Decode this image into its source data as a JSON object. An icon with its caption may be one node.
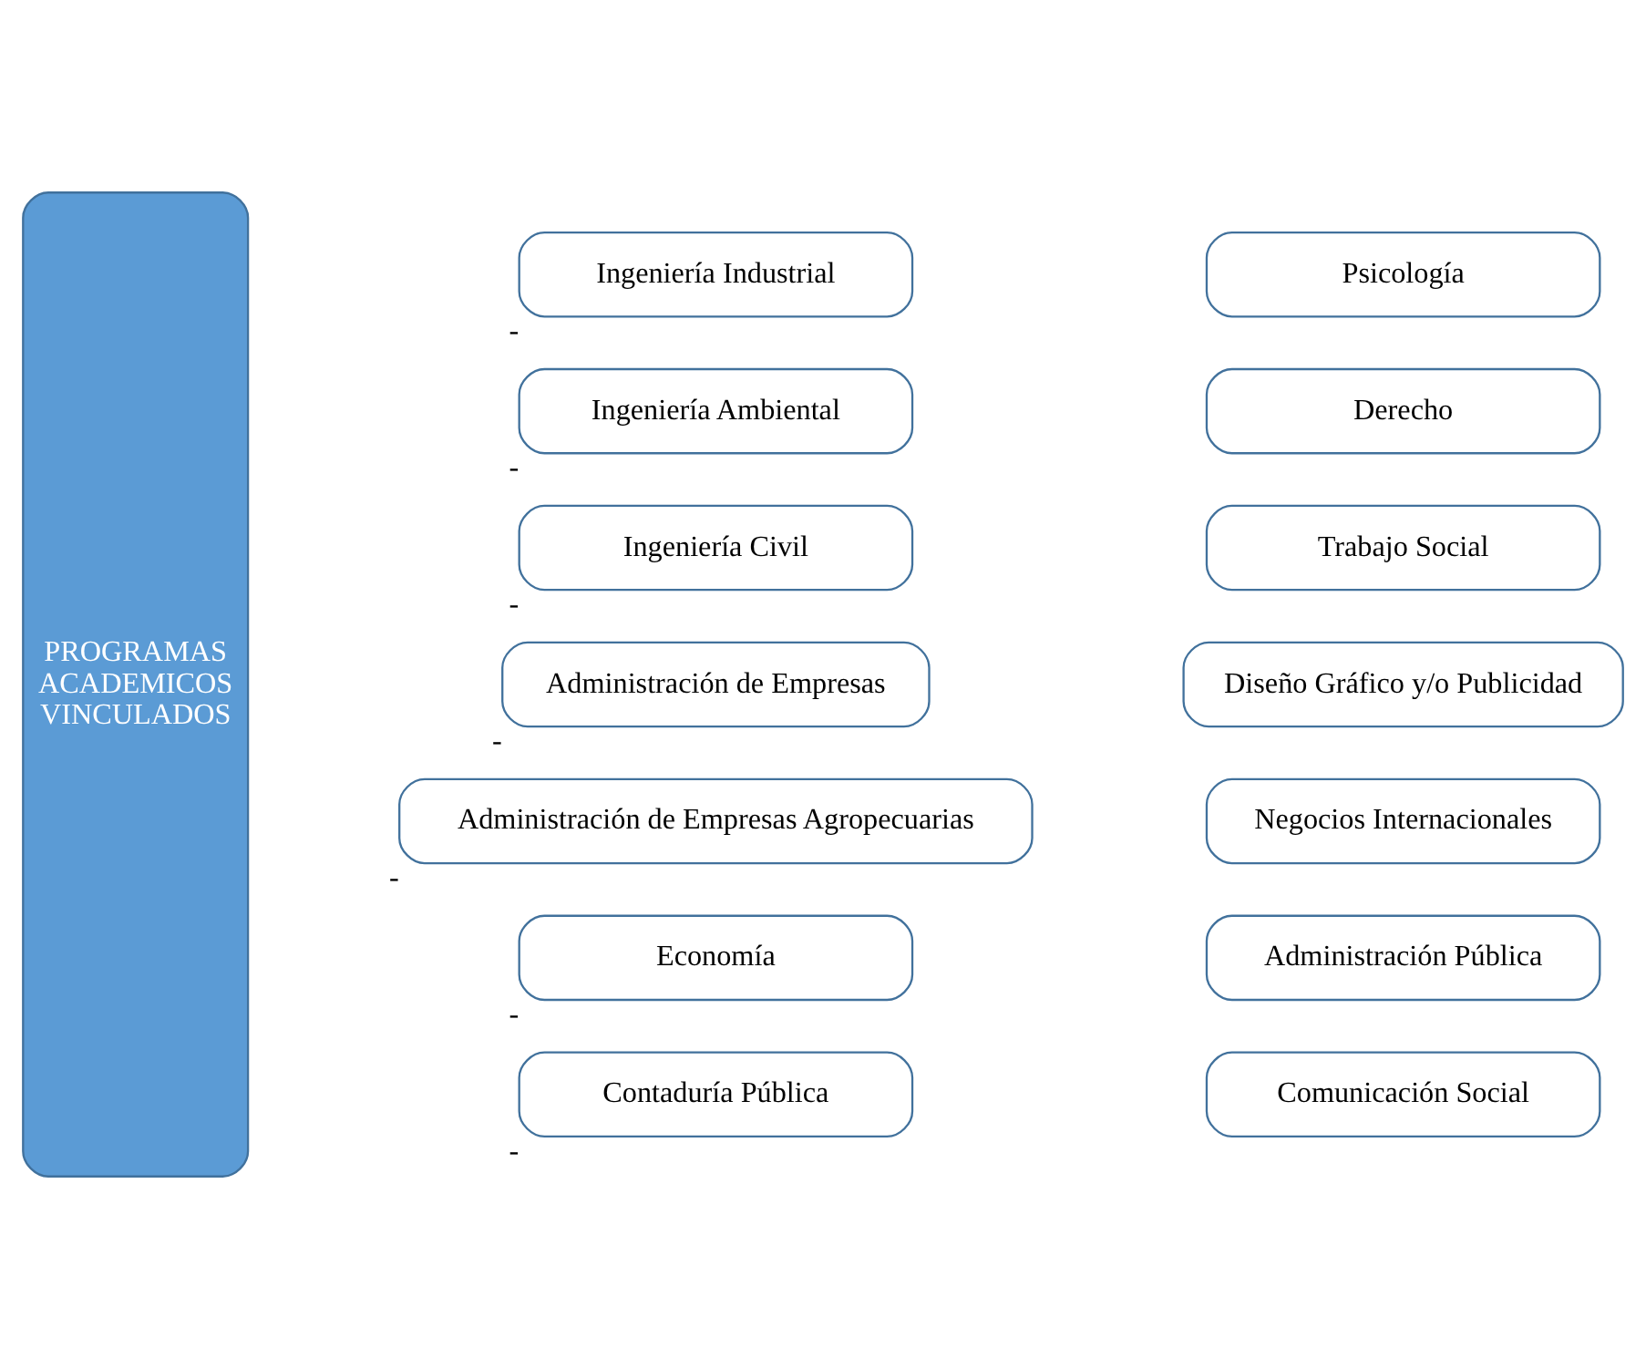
{
  "diagram": {
    "nodes": [
      {
        "text": [
          "PROGRAMAS ACADEMICOS VINCULADOS"
        ]
      },
      {
        "text": [
          "Ingeniería Industrial"
        ],
        "beside": [
          "-"
        ]
      },
      {
        "text": [
          "Ingeniería Ambiental"
        ],
        "beside": [
          "-"
        ]
      },
      {
        "text": [
          "Ingeniería Civil"
        ],
        "beside": [
          "-"
        ]
      },
      {
        "text": [
          "Administración de Empresas"
        ],
        "beside": [
          "-"
        ]
      },
      {
        "text": [
          "Administración de Empresas Agropecuarias"
        ],
        "beside": [
          "-"
        ]
      },
      {
        "text": [
          "Economía"
        ],
        "beside": [
          "-"
        ]
      },
      {
        "text": [
          "Contaduría Pública"
        ],
        "beside": [
          "-"
        ]
      },
      {
        "text": [
          "Psicología"
        ]
      },
      {
        "text": [
          "Derecho"
        ]
      },
      {
        "text": [
          "Trabajo Social"
        ]
      },
      {
        "text": [
          "Diseño Gráfico y/o Publicidad"
        ]
      },
      {
        "text": [
          "Negocios Internacionales"
        ]
      },
      {
        "text": [
          "Administración Pública"
        ]
      },
      {
        "text": [
          "Comunicación Social"
        ]
      }
    ],
    "edges": []
  }
}
